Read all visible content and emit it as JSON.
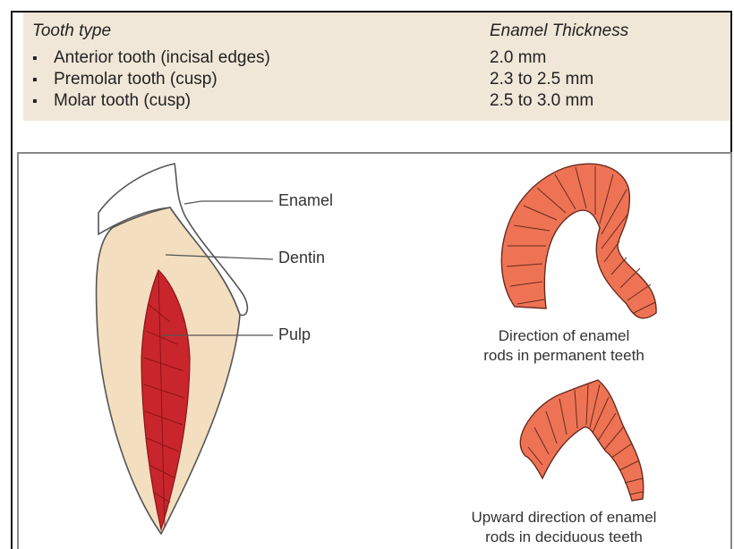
{
  "table": {
    "header_type": "Tooth type",
    "header_thickness": "Enamel Thickness",
    "rows": [
      {
        "bullet": "▪",
        "type": "Anterior tooth (incisal edges)",
        "thickness": "2.0 mm"
      },
      {
        "bullet": "▪",
        "type": "Premolar tooth (cusp)",
        "thickness": "2.3 to 2.5 mm"
      },
      {
        "bullet": "▪",
        "type": "Molar tooth (cusp)",
        "thickness": "2.5 to 3.0 mm"
      }
    ]
  },
  "diagram": {
    "labels": {
      "enamel": "Enamel",
      "dentin": "Dentin",
      "pulp": "Pulp"
    },
    "permanent_caption": {
      "line1": "Direction of enamel",
      "line2": "rods in permanent teeth"
    },
    "deciduous_caption": {
      "line1": "Upward direction of enamel",
      "line2": "rods in deciduous teeth"
    }
  },
  "colors": {
    "panel_bg": "#f1e7d8",
    "dentin": "#f3dfc0",
    "pulp": "#c8262c",
    "enamel_rod": "#ee7355",
    "outline": "#555555"
  }
}
